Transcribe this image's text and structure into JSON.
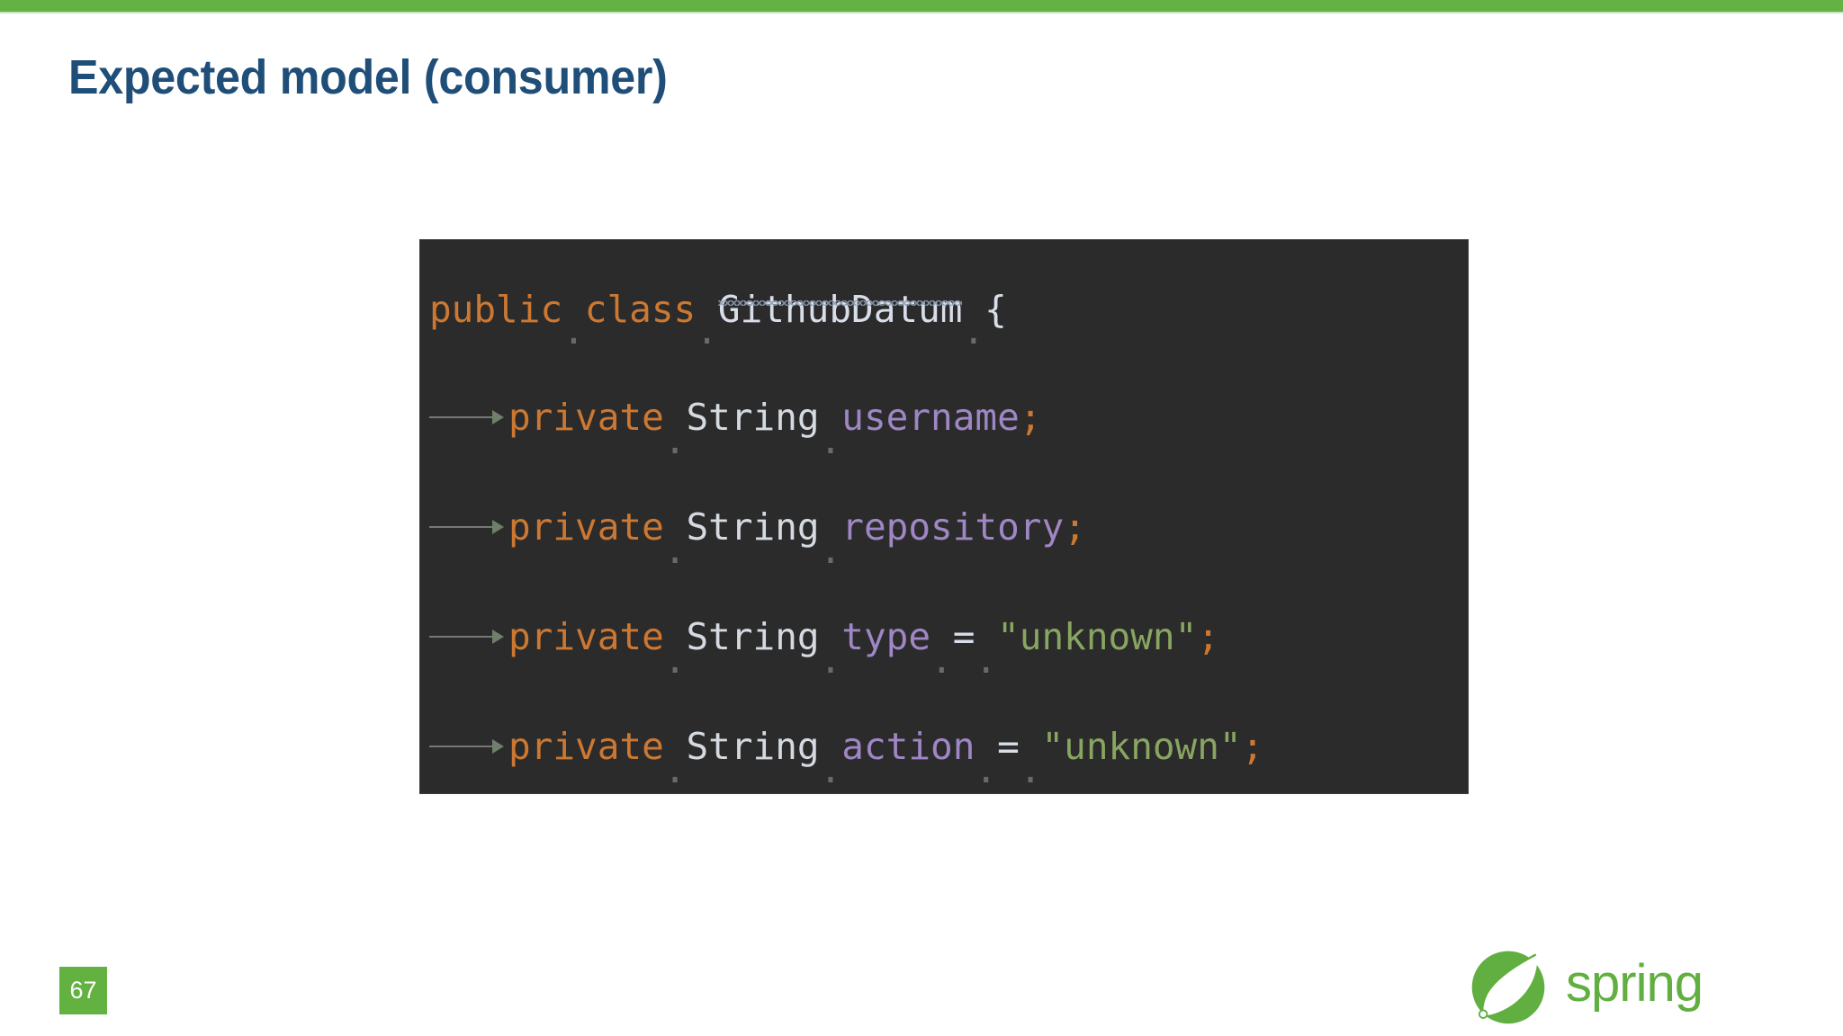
{
  "slide": {
    "title": "Expected model (consumer)",
    "page_number": "67",
    "accent_color": "#65b244",
    "title_color": "#1f4e79"
  },
  "code_figure": {
    "background_color": "#2b2b2b",
    "language": "java",
    "theme": "darcula",
    "raw_code": "public class GithubDatum {\n\n    private String username;\n\n    private String repository;\n\n    private String type = \"unknown\";\n\n    private String action = \"unknown\";",
    "lines": [
      {
        "indented": false,
        "tokens": [
          {
            "text": "public",
            "kind": "keyword",
            "color": "#cc7832"
          },
          {
            "text": " ",
            "kind": "space"
          },
          {
            "text": "class",
            "kind": "keyword",
            "color": "#cc7832"
          },
          {
            "text": " ",
            "kind": "space"
          },
          {
            "text": "GithubDatum",
            "kind": "class-name",
            "color": "#d8dee9",
            "spellcheck_squiggle": true
          },
          {
            "text": " ",
            "kind": "space"
          },
          {
            "text": "{",
            "kind": "brace",
            "color": "#d8dee9"
          }
        ]
      },
      {
        "indented": true,
        "tokens": [
          {
            "text": "private",
            "kind": "keyword",
            "color": "#cc7832"
          },
          {
            "text": " ",
            "kind": "space"
          },
          {
            "text": "String",
            "kind": "type",
            "color": "#d5dae0"
          },
          {
            "text": " ",
            "kind": "space"
          },
          {
            "text": "username",
            "kind": "field",
            "color": "#9f86c4"
          },
          {
            "text": ";",
            "kind": "punct",
            "color": "#cc7832"
          }
        ]
      },
      {
        "indented": true,
        "tokens": [
          {
            "text": "private",
            "kind": "keyword",
            "color": "#cc7832"
          },
          {
            "text": " ",
            "kind": "space"
          },
          {
            "text": "String",
            "kind": "type",
            "color": "#d5dae0"
          },
          {
            "text": " ",
            "kind": "space"
          },
          {
            "text": "repository",
            "kind": "field",
            "color": "#9f86c4"
          },
          {
            "text": ";",
            "kind": "punct",
            "color": "#cc7832"
          }
        ]
      },
      {
        "indented": true,
        "tokens": [
          {
            "text": "private",
            "kind": "keyword",
            "color": "#cc7832"
          },
          {
            "text": " ",
            "kind": "space"
          },
          {
            "text": "String",
            "kind": "type",
            "color": "#d5dae0"
          },
          {
            "text": " ",
            "kind": "space"
          },
          {
            "text": "type",
            "kind": "field",
            "color": "#9f86c4"
          },
          {
            "text": " ",
            "kind": "space"
          },
          {
            "text": "=",
            "kind": "operator",
            "color": "#d8dee9"
          },
          {
            "text": " ",
            "kind": "space"
          },
          {
            "text": "\"unknown\"",
            "kind": "string",
            "color": "#88a561"
          },
          {
            "text": ";",
            "kind": "punct",
            "color": "#cc7832"
          }
        ]
      },
      {
        "indented": true,
        "tokens": [
          {
            "text": "private",
            "kind": "keyword",
            "color": "#cc7832"
          },
          {
            "text": " ",
            "kind": "space"
          },
          {
            "text": "String",
            "kind": "type",
            "color": "#d5dae0"
          },
          {
            "text": " ",
            "kind": "space"
          },
          {
            "text": "action",
            "kind": "field",
            "color": "#9f86c4"
          },
          {
            "text": " ",
            "kind": "space"
          },
          {
            "text": "=",
            "kind": "operator",
            "color": "#d8dee9"
          },
          {
            "text": " ",
            "kind": "space"
          },
          {
            "text": "\"unknown\"",
            "kind": "string",
            "color": "#88a561"
          },
          {
            "text": ";",
            "kind": "punct",
            "color": "#cc7832"
          }
        ]
      }
    ]
  },
  "branding": {
    "logo_name": "spring-logo",
    "wordmark": "spring",
    "logo_color": "#61af40"
  }
}
